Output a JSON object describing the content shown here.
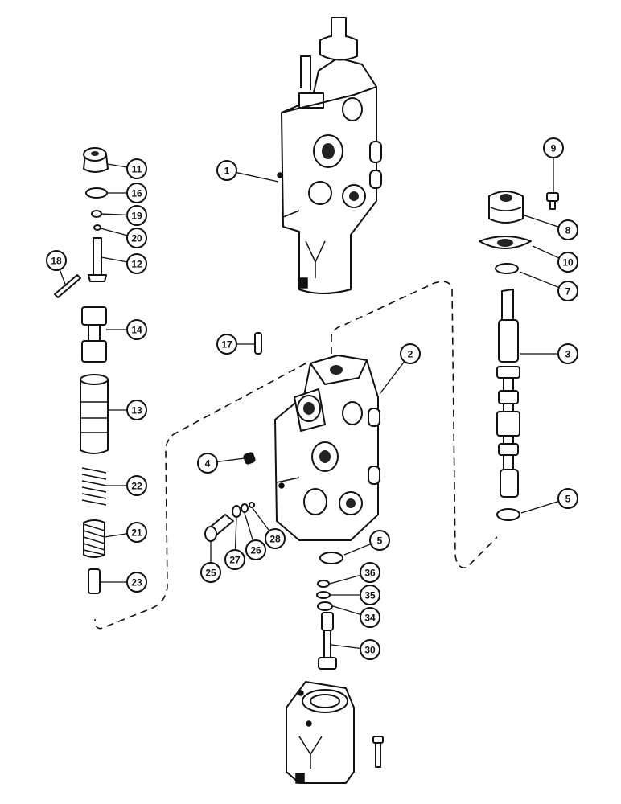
{
  "callouts": [
    "1",
    "2",
    "3",
    "4",
    "5",
    "5",
    "7",
    "8",
    "9",
    "10",
    "11",
    "12",
    "13",
    "14",
    "16",
    "17",
    "18",
    "19",
    "20",
    "21",
    "22",
    "23",
    "25",
    "26",
    "27",
    "28",
    "30",
    "34",
    "35",
    "36"
  ]
}
